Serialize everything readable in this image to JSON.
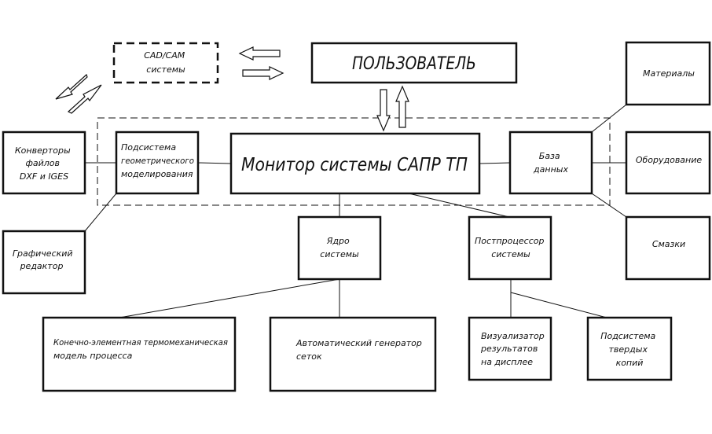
{
  "nodes": {
    "cad_cam": [
      "CAD/CAM",
      "системы"
    ],
    "user": [
      "ПОЛЬЗОВАТЕЛЬ"
    ],
    "materials": [
      "Материалы"
    ],
    "converters": [
      "Конверторы",
      "файлов",
      "DXF и IGES"
    ],
    "geom_subsystem": [
      "Подсистема",
      "геометрического",
      "моделирования"
    ],
    "monitor": [
      "Монитор системы САПР ТП"
    ],
    "database": [
      "База",
      "данных"
    ],
    "equipment": [
      "Оборудование"
    ],
    "graphic_editor": [
      "Графический",
      "редактор"
    ],
    "core": [
      "Ядро",
      "системы"
    ],
    "postprocessor": [
      "Постпроцессор",
      "системы"
    ],
    "lubricants": [
      "Смазки"
    ],
    "fem_model": [
      "Конечно-элементная термомеханическая",
      "модель процесса"
    ],
    "mesh_generator": [
      "Автоматический генератор",
      "сеток"
    ],
    "visualizer": [
      "Визуализатор",
      "результатов",
      "на дисплее"
    ],
    "hardcopy": [
      "Подсистема",
      "твердых",
      "копий"
    ]
  }
}
